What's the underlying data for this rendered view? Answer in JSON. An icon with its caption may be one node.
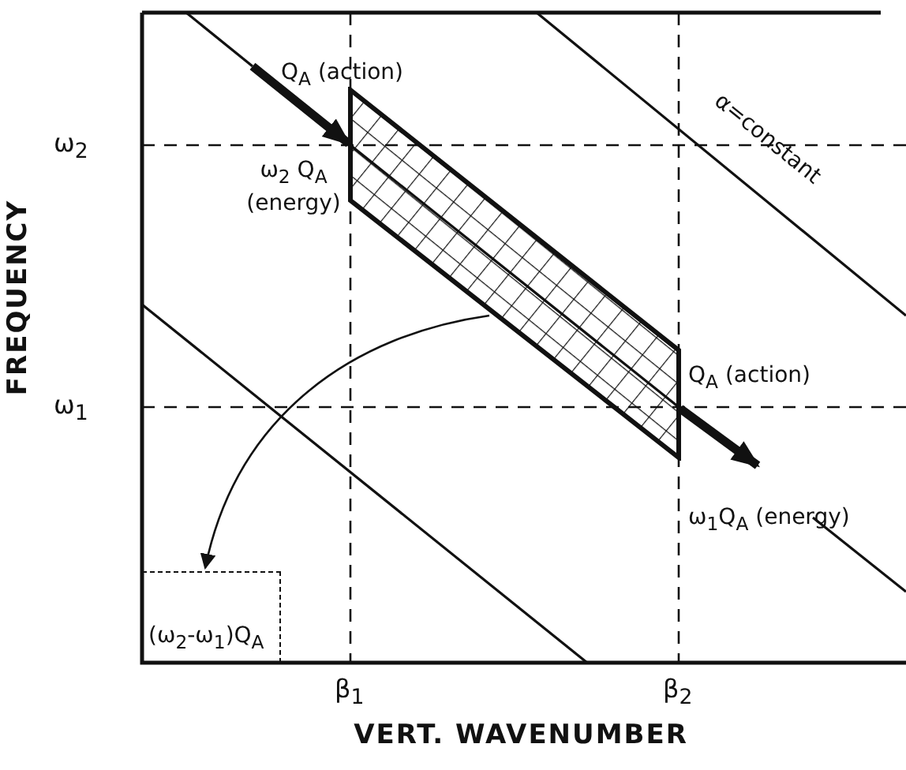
{
  "diagram": {
    "nodes": [
      {
        "text": [],
        "shape": "parallelogram"
      },
      {
        "text": [
          "(ω$_{2}$-ω$_{1}$)Q$_{A}$"
        ]
      }
    ],
    "edges": [
      {
        "from": null,
        "to": 0,
        "arrow": "to"
      },
      {
        "from": 0,
        "to": null,
        "arrow": "to"
      },
      {
        "from": 0,
        "to": 1,
        "arrow": "to"
      }
    ],
    "labels": [
      "Q$_{A}$ (action)",
      "ω$_{2}$ Q$_{A}$ (energy)",
      "α=constant",
      "Q$_{A}$ (action)",
      "ω$_{1}$Q$_{A}$ (energy)",
      "ω$_{2}$",
      "ω$_{1}$",
      "β$_{1}$",
      "β$_{2}$",
      "FREQUENCY",
      "VERT. WAVENUMBER"
    ]
  }
}
